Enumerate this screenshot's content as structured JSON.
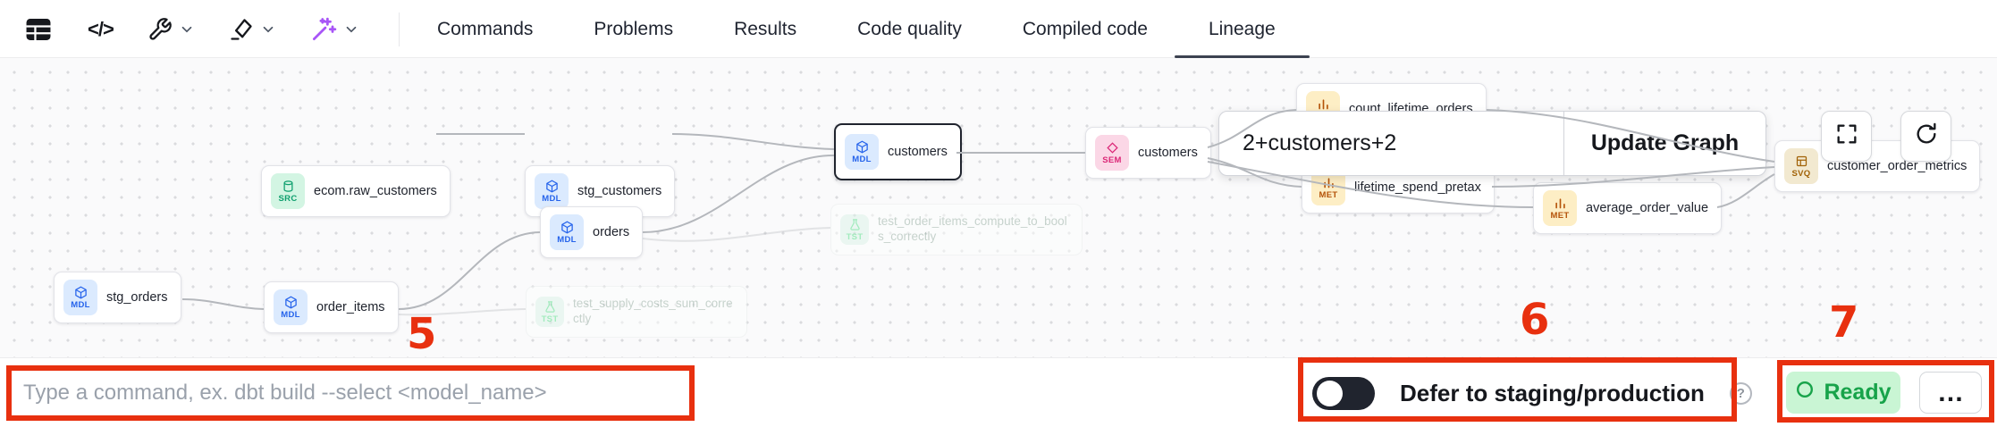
{
  "colors": {
    "annotation_red": "#e8300f",
    "accent_purple": "#a855f7",
    "ready_green": "#17a34a",
    "ready_bg": "#c9f5d4",
    "badge_src": "#0e9f6e",
    "badge_mdl": "#2563eb",
    "badge_sem": "#db2777",
    "badge_met": "#b45309",
    "badge_svq": "#a16207",
    "badge_tst": "#4ade80"
  },
  "toolbar": {
    "icons": [
      {
        "name": "table-view-icon"
      },
      {
        "name": "code-icon",
        "glyph": "</>"
      },
      {
        "name": "wrench-icon"
      },
      {
        "name": "format-icon"
      },
      {
        "name": "magic-wand-icon"
      }
    ],
    "tabs": [
      {
        "label": "Commands",
        "active": false
      },
      {
        "label": "Problems",
        "active": false
      },
      {
        "label": "Results",
        "active": false
      },
      {
        "label": "Code quality",
        "active": false
      },
      {
        "label": "Compiled code",
        "active": false
      },
      {
        "label": "Lineage",
        "active": true
      }
    ]
  },
  "canvas": {
    "selector": {
      "value": "2+customers+2",
      "button_label": "Update Graph"
    },
    "nodes": [
      {
        "label": "ecom.raw_customers",
        "badge": "SRC",
        "type": "source"
      },
      {
        "label": "stg_customers",
        "badge": "MDL",
        "type": "model"
      },
      {
        "label": "customers",
        "badge": "MDL",
        "type": "model",
        "selected": true
      },
      {
        "label": "customers",
        "badge": "SEM",
        "type": "semantic_model"
      },
      {
        "label": "stg_orders",
        "badge": "MDL",
        "type": "model"
      },
      {
        "label": "order_items",
        "badge": "MDL",
        "type": "model"
      },
      {
        "label": "orders",
        "badge": "MDL",
        "type": "model"
      },
      {
        "label": "count_lifetime_orders",
        "badge": "MET",
        "type": "metric"
      },
      {
        "label": "lifetime_spend_pretax",
        "badge": "MET",
        "type": "metric"
      },
      {
        "label": "average_order_value",
        "badge": "MET",
        "type": "metric"
      },
      {
        "label": "customer_order_metrics",
        "badge": "SVQ",
        "type": "saved_query"
      },
      {
        "label": "test_order_items_compute_to_bools_correctly",
        "badge": "TST",
        "type": "test"
      },
      {
        "label": "test_supply_costs_sum_correctly",
        "badge": "TST",
        "type": "test"
      }
    ]
  },
  "bottom_bar": {
    "command_placeholder": "Type a command, ex. dbt build --select <model_name>",
    "defer_toggle": {
      "label": "Defer to staging/production",
      "state": "off"
    },
    "help_glyph": "?",
    "ready_label": "Ready",
    "more_glyph": "…"
  },
  "annotations": {
    "labels": [
      "5",
      "6",
      "7"
    ]
  }
}
